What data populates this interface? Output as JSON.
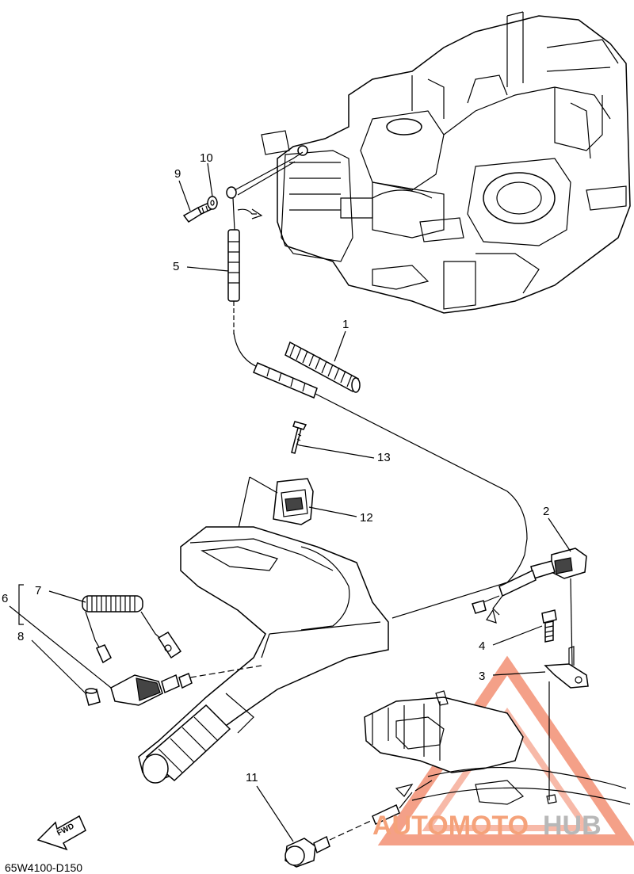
{
  "callouts": {
    "c1": "1",
    "c2": "2",
    "c3": "3",
    "c4": "4",
    "c5": "5",
    "c6": "6",
    "c7": "7",
    "c8": "8",
    "c9": "9",
    "c10": "10",
    "c11": "11",
    "c12": "12",
    "c13": "13"
  },
  "fwd_label": "FWD",
  "diagram_code": "65W4100-D150",
  "watermark": {
    "part1": "AUTOMOTO",
    "part2": "HUB",
    "color_primary": "#f5a27a",
    "color_secondary": "#b8b8b8"
  }
}
